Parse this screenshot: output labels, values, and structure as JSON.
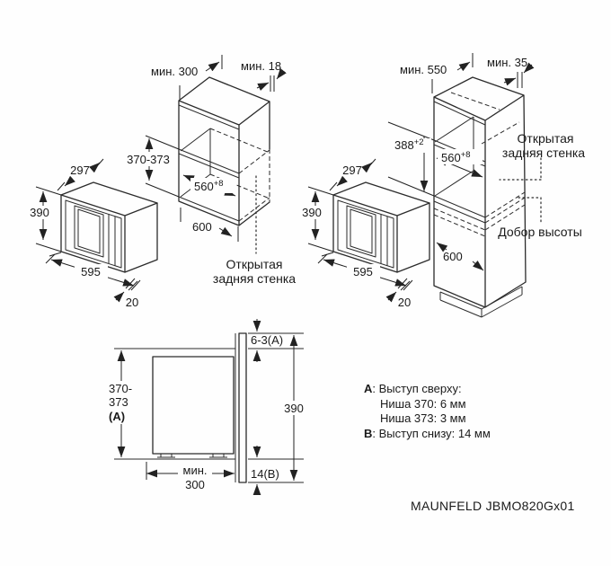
{
  "m1": {
    "depth": "297",
    "height": "390",
    "width": "595",
    "door_gap": "20"
  },
  "m2": {
    "depth": "297",
    "height": "390",
    "width": "595",
    "door_gap": "20"
  },
  "cab": {
    "top_depth": "мин. 300",
    "back_gap": "мин. 18",
    "niche_height": "370-373",
    "inner_width": "560",
    "inner_width_sup": "+8",
    "outer_width": "600",
    "open_back_1": "Открытая",
    "open_back_2": "задняя стенка"
  },
  "col": {
    "top_depth": "мин. 550",
    "back_gap": "мин. 35",
    "niche_height": "388",
    "niche_height_sup": "+2",
    "inner_width": "560",
    "inner_width_sup": "+8",
    "lower_height": "600",
    "open_back_1": "Открытая",
    "open_back_2": "задняя стенка",
    "filler": "Добор высоты"
  },
  "sec": {
    "top_protrusion": "6-3(A)",
    "niche_h_1": "370-",
    "niche_h_2": "373",
    "niche_h_3": "(A)",
    "front_height": "390",
    "min_depth_1": "мин.",
    "min_depth_2": "300",
    "bottom_protrusion": "14(B)"
  },
  "notes": {
    "a_label": "A",
    "a_text": ": Выступ сверху:",
    "a_item_1": "Ниша 370: 6 мм",
    "a_item_2": "Ниша 373: 3 мм",
    "b_label": "B",
    "b_text": ": Выступ снизу: 14 мм"
  },
  "model": "MAUNFELD JBMO820Gx01"
}
